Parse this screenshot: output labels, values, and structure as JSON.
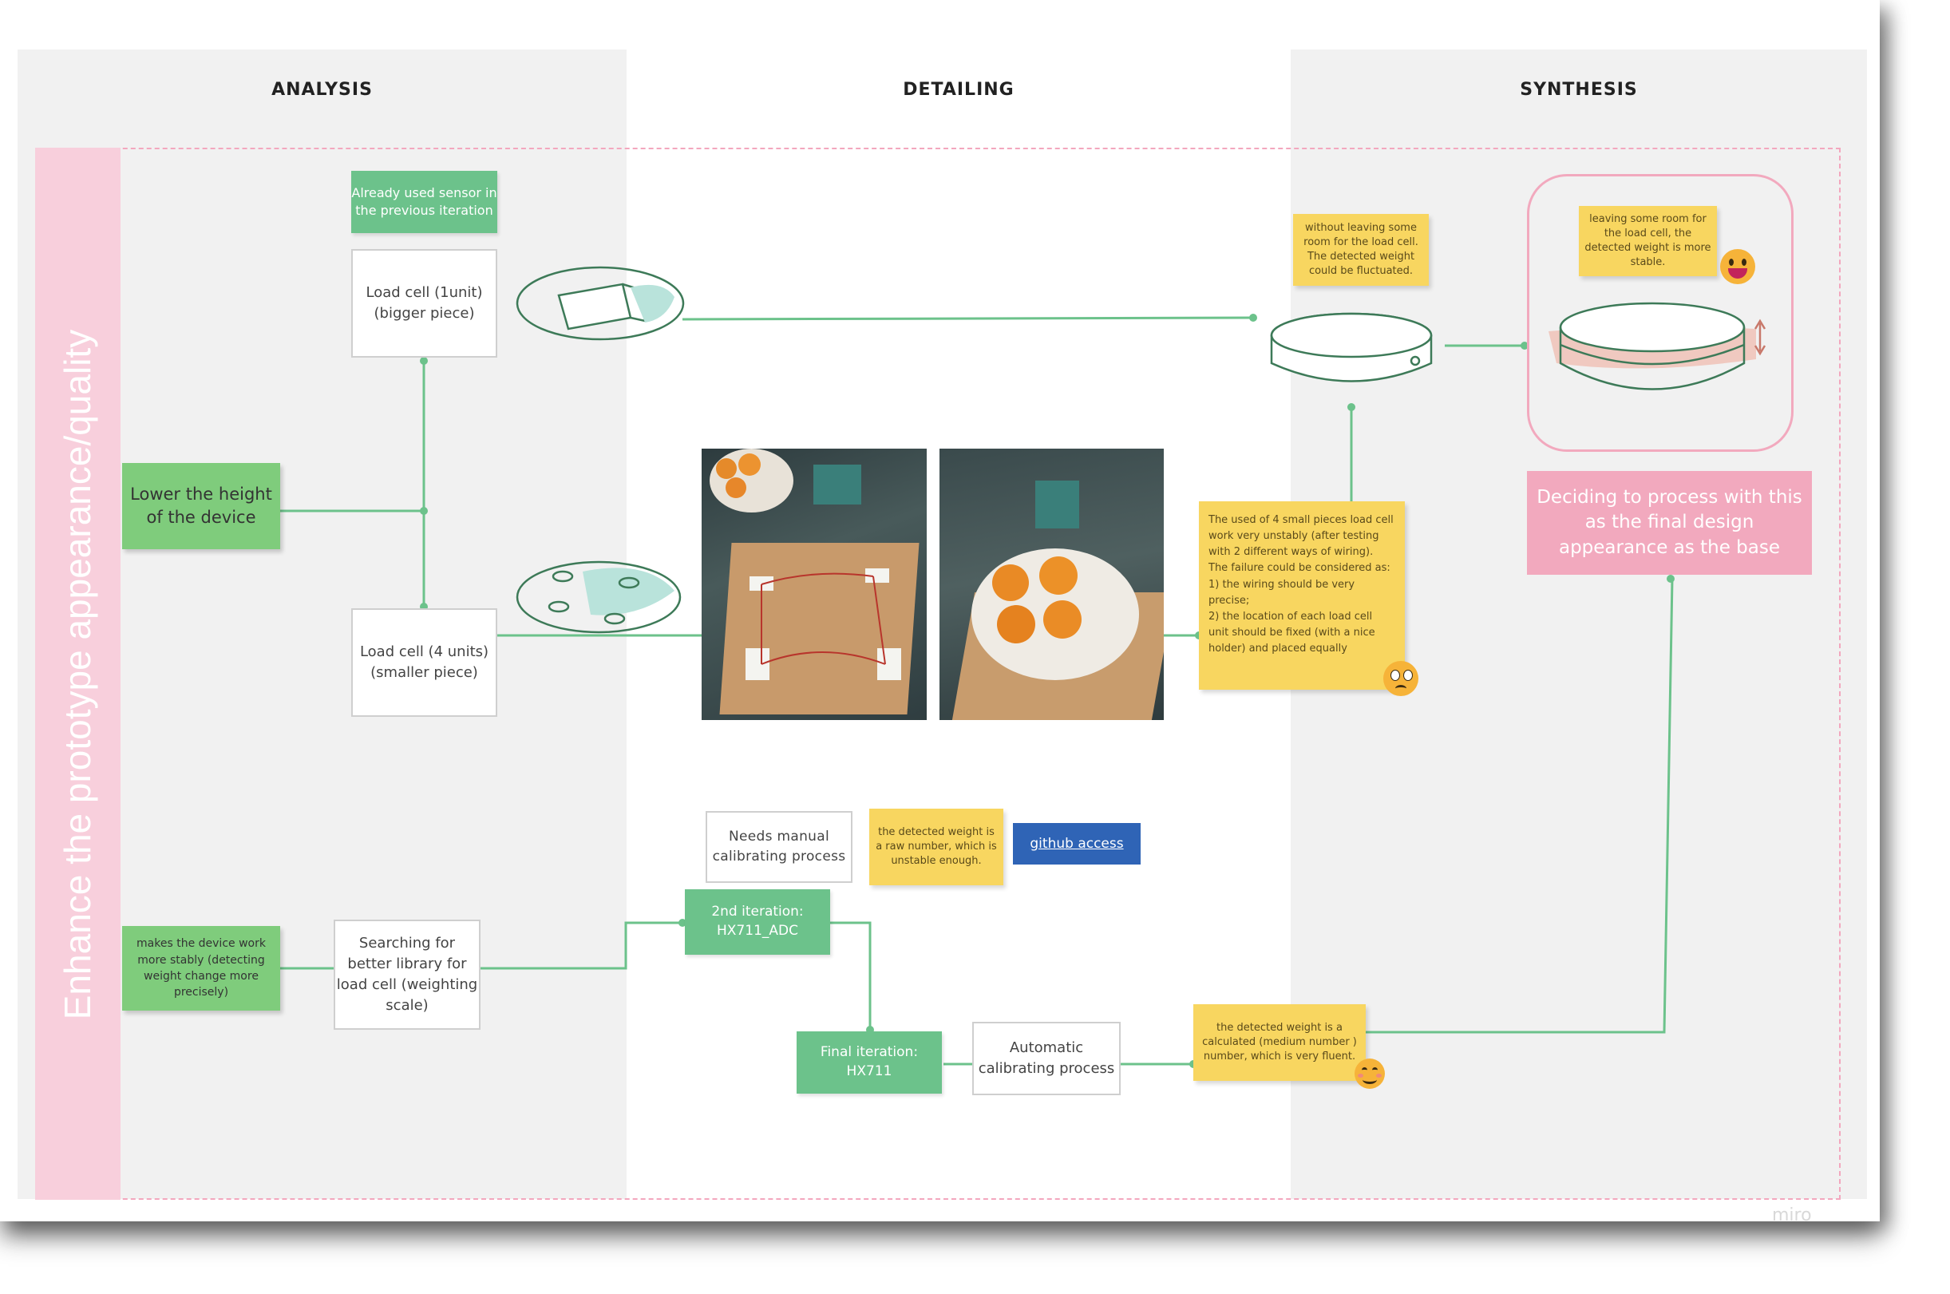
{
  "columns": {
    "analysis": "ANALYSIS",
    "detailing": "DETAILING",
    "synthesis": "SYNTHESIS"
  },
  "row_label": "Enhance the prototype appearance/quality",
  "analysis": {
    "note_previous_sensor": "Already used sensor in the previous iteration",
    "load_cell_1": "Load cell (1unit) (bigger piece)",
    "lower_height": "Lower the height of the device",
    "load_cell_4": "Load cell (4 units) (smaller piece)",
    "stable_goal": "makes the device work more stably (detecting weight change more precisely)",
    "search_library": "Searching for better library for load cell (weighting scale)"
  },
  "detailing": {
    "manual_calibration": "Needs manual calibrating process",
    "raw_number_note": "the detected weight is a raw number, which is unstable enough.",
    "github_link": "github access",
    "iteration_2": "2nd iteration: HX711_ADC",
    "final_iteration": "Final iteration: HX711",
    "auto_calibration": "Automatic calibrating process"
  },
  "synthesis": {
    "no_room_note": "without leaving some room for the load cell. The detected weight could be fluctuated.",
    "room_note": "leaving some room for the load cell, the detected weight is more stable.",
    "final_decision": "Deciding to process with this as the final design appearance as the base",
    "four_pieces_note": "The used of 4 small pieces load cell work very unstably (after testing with 2 different ways of wiring). The failure could be considered as:\n1) the wiring should be very precise;\n2) the location of each load cell unit should be fixed (with a nice holder) and placed equally",
    "calculated_note": "the detected weight is a calculated (medium number ) number, which is very fluent."
  },
  "watermark": "miro",
  "colors": {
    "connector": "#6cc28b",
    "sketch": "#3d7a58",
    "sticky_yellow": "#f8d660",
    "sticky_green": "#7fcc7c",
    "pink": "#f2a9be"
  }
}
